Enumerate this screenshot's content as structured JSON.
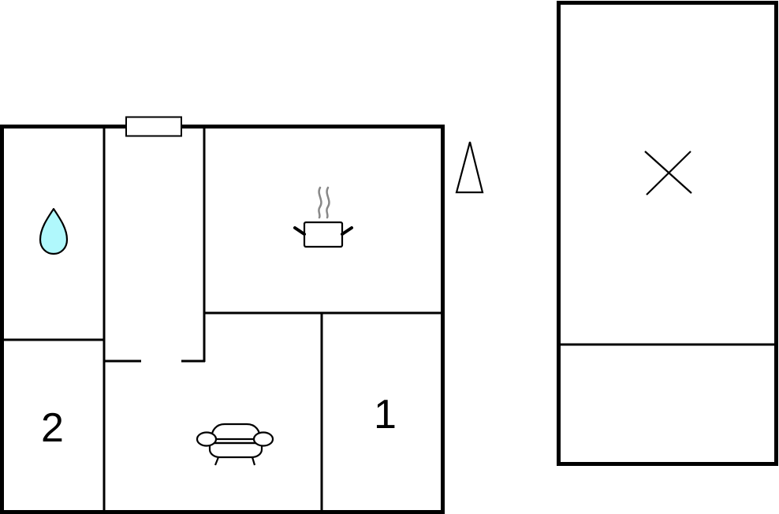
{
  "floorplan": {
    "title": "",
    "rooms": [
      {
        "id": "bathroom",
        "icon": "water-drop-icon",
        "label": ""
      },
      {
        "id": "hallway",
        "icon": "",
        "label": ""
      },
      {
        "id": "kitchen",
        "icon": "cooking-pot-icon",
        "label": ""
      },
      {
        "id": "bedroom-2",
        "icon": "",
        "label": "2"
      },
      {
        "id": "living-room",
        "icon": "sofa-icon",
        "label": ""
      },
      {
        "id": "bedroom-1",
        "icon": "",
        "label": "1"
      }
    ],
    "north_arrow": "north-arrow-icon",
    "annex": {
      "upper": {
        "icon": "x-mark-icon",
        "label": ""
      },
      "lower": {
        "label": ""
      }
    },
    "colors": {
      "wall": "#000000",
      "water": "#b0f8fc",
      "steam": "#808080",
      "background": "#ffffff"
    }
  }
}
